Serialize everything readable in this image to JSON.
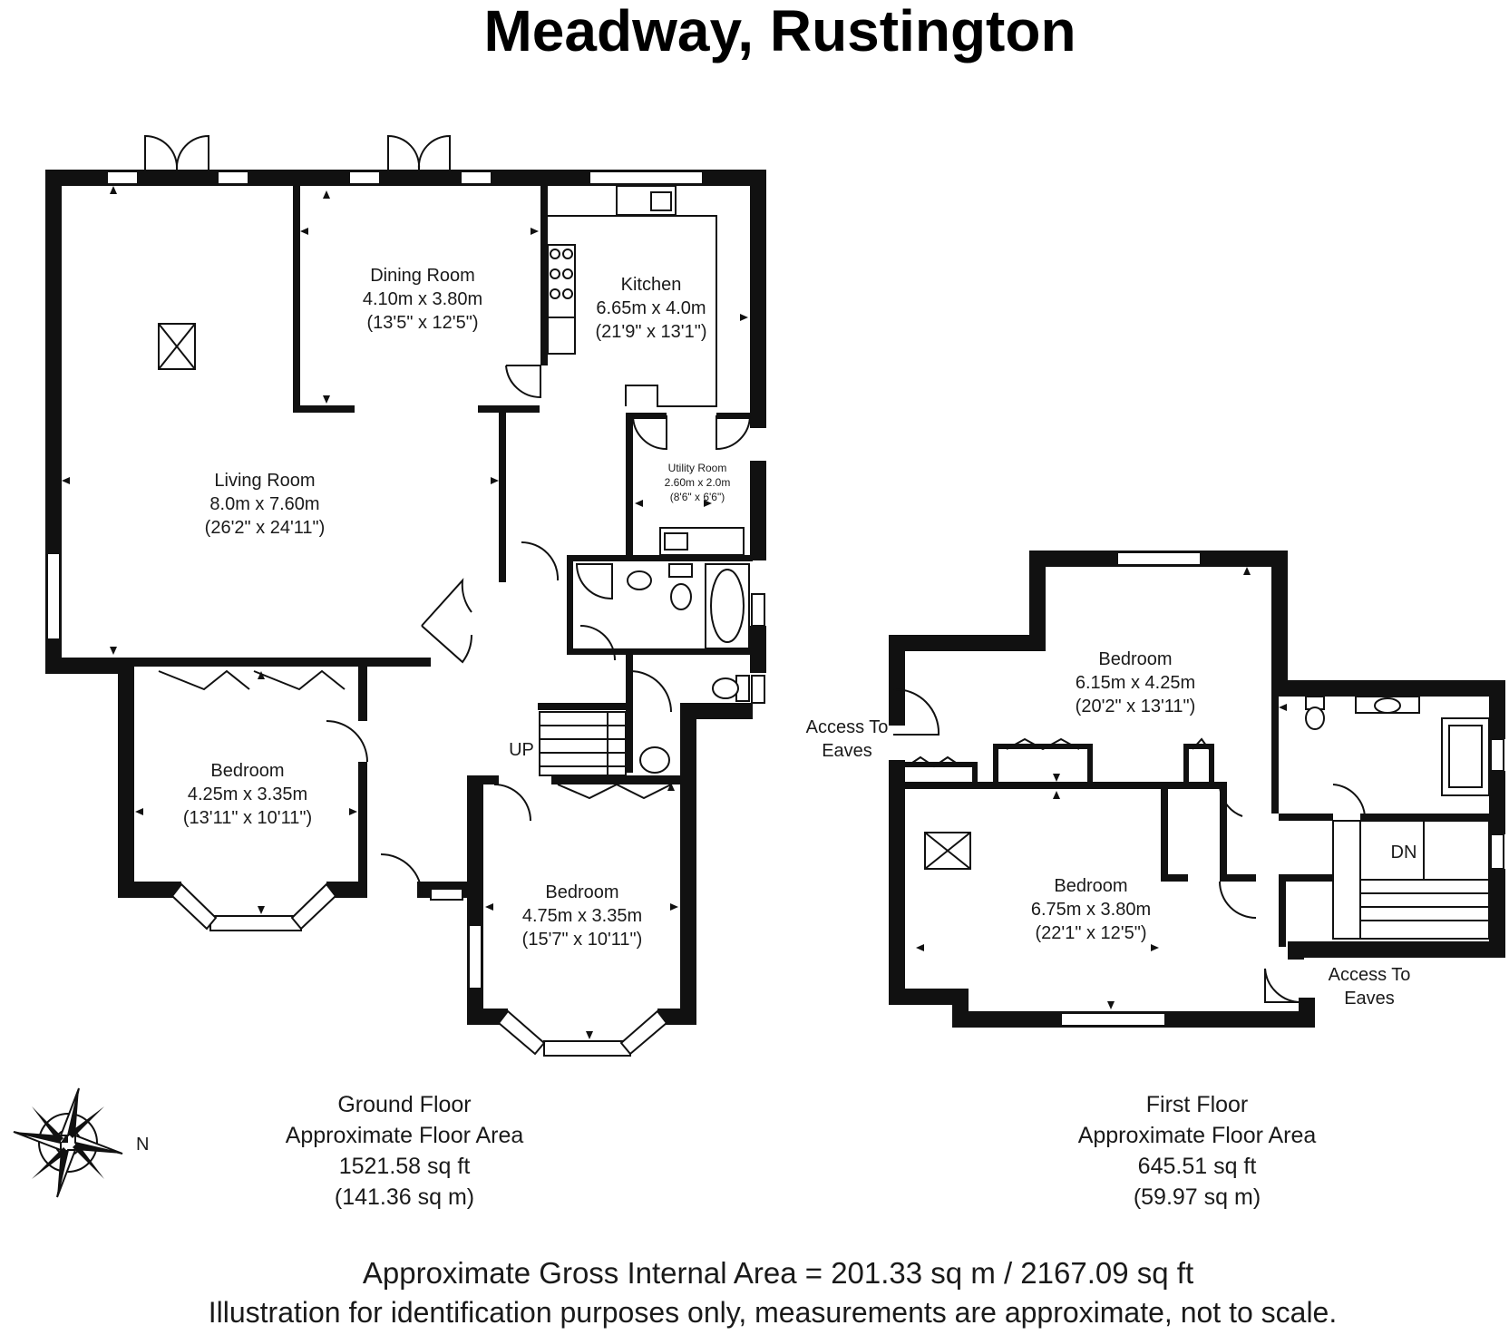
{
  "title": "Meadway, Rustington",
  "ground_floor": {
    "rooms": [
      {
        "name": "Living Room",
        "metric": "8.0m x 7.60m",
        "imperial": "(26'2\" x 24'11\")"
      },
      {
        "name": "Dining Room",
        "metric": "4.10m x 3.80m",
        "imperial": "(13'5\" x 12'5\")"
      },
      {
        "name": "Kitchen",
        "metric": "6.65m x 4.0m",
        "imperial": "(21'9\" x 13'1\")"
      },
      {
        "name": "Utility Room",
        "metric": "2.60m x 2.0m",
        "imperial": "(8'6\" x 6'6\")"
      },
      {
        "name": "Bedroom",
        "metric": "4.25m x 3.35m",
        "imperial": "(13'11\" x 10'11\")"
      },
      {
        "name": "Bedroom",
        "metric": "4.75m x 3.35m",
        "imperial": "(15'7\" x 10'11\")"
      }
    ],
    "stairs_label": "UP",
    "caption": {
      "name": "Ground Floor",
      "line2": "Approximate Floor Area",
      "sqft": "1521.58 sq ft",
      "sqm": "(141.36 sq m)"
    }
  },
  "first_floor": {
    "rooms": [
      {
        "name": "Bedroom",
        "metric": "6.15m x 4.25m",
        "imperial": "(20'2\" x 13'11\")"
      },
      {
        "name": "Bedroom",
        "metric": "6.75m x 3.80m",
        "imperial": "(22'1\" x 12'5\")"
      }
    ],
    "eaves_1": [
      "Access To",
      "Eaves"
    ],
    "eaves_2": [
      "Access To",
      "Eaves"
    ],
    "stairs_label": "DN",
    "caption": {
      "name": "First Floor",
      "line2": "Approximate Floor Area",
      "sqft": "645.51 sq ft",
      "sqm": "(59.97 sq m)"
    }
  },
  "compass": {
    "label": "N",
    "icon": "compass-rose-icon"
  },
  "footer": {
    "gross_area": "Approximate Gross Internal Area = 201.33 sq m / 2167.09 sq ft",
    "disclaimer": "Illustration for identification purposes only, measurements are approximate, not to scale."
  }
}
